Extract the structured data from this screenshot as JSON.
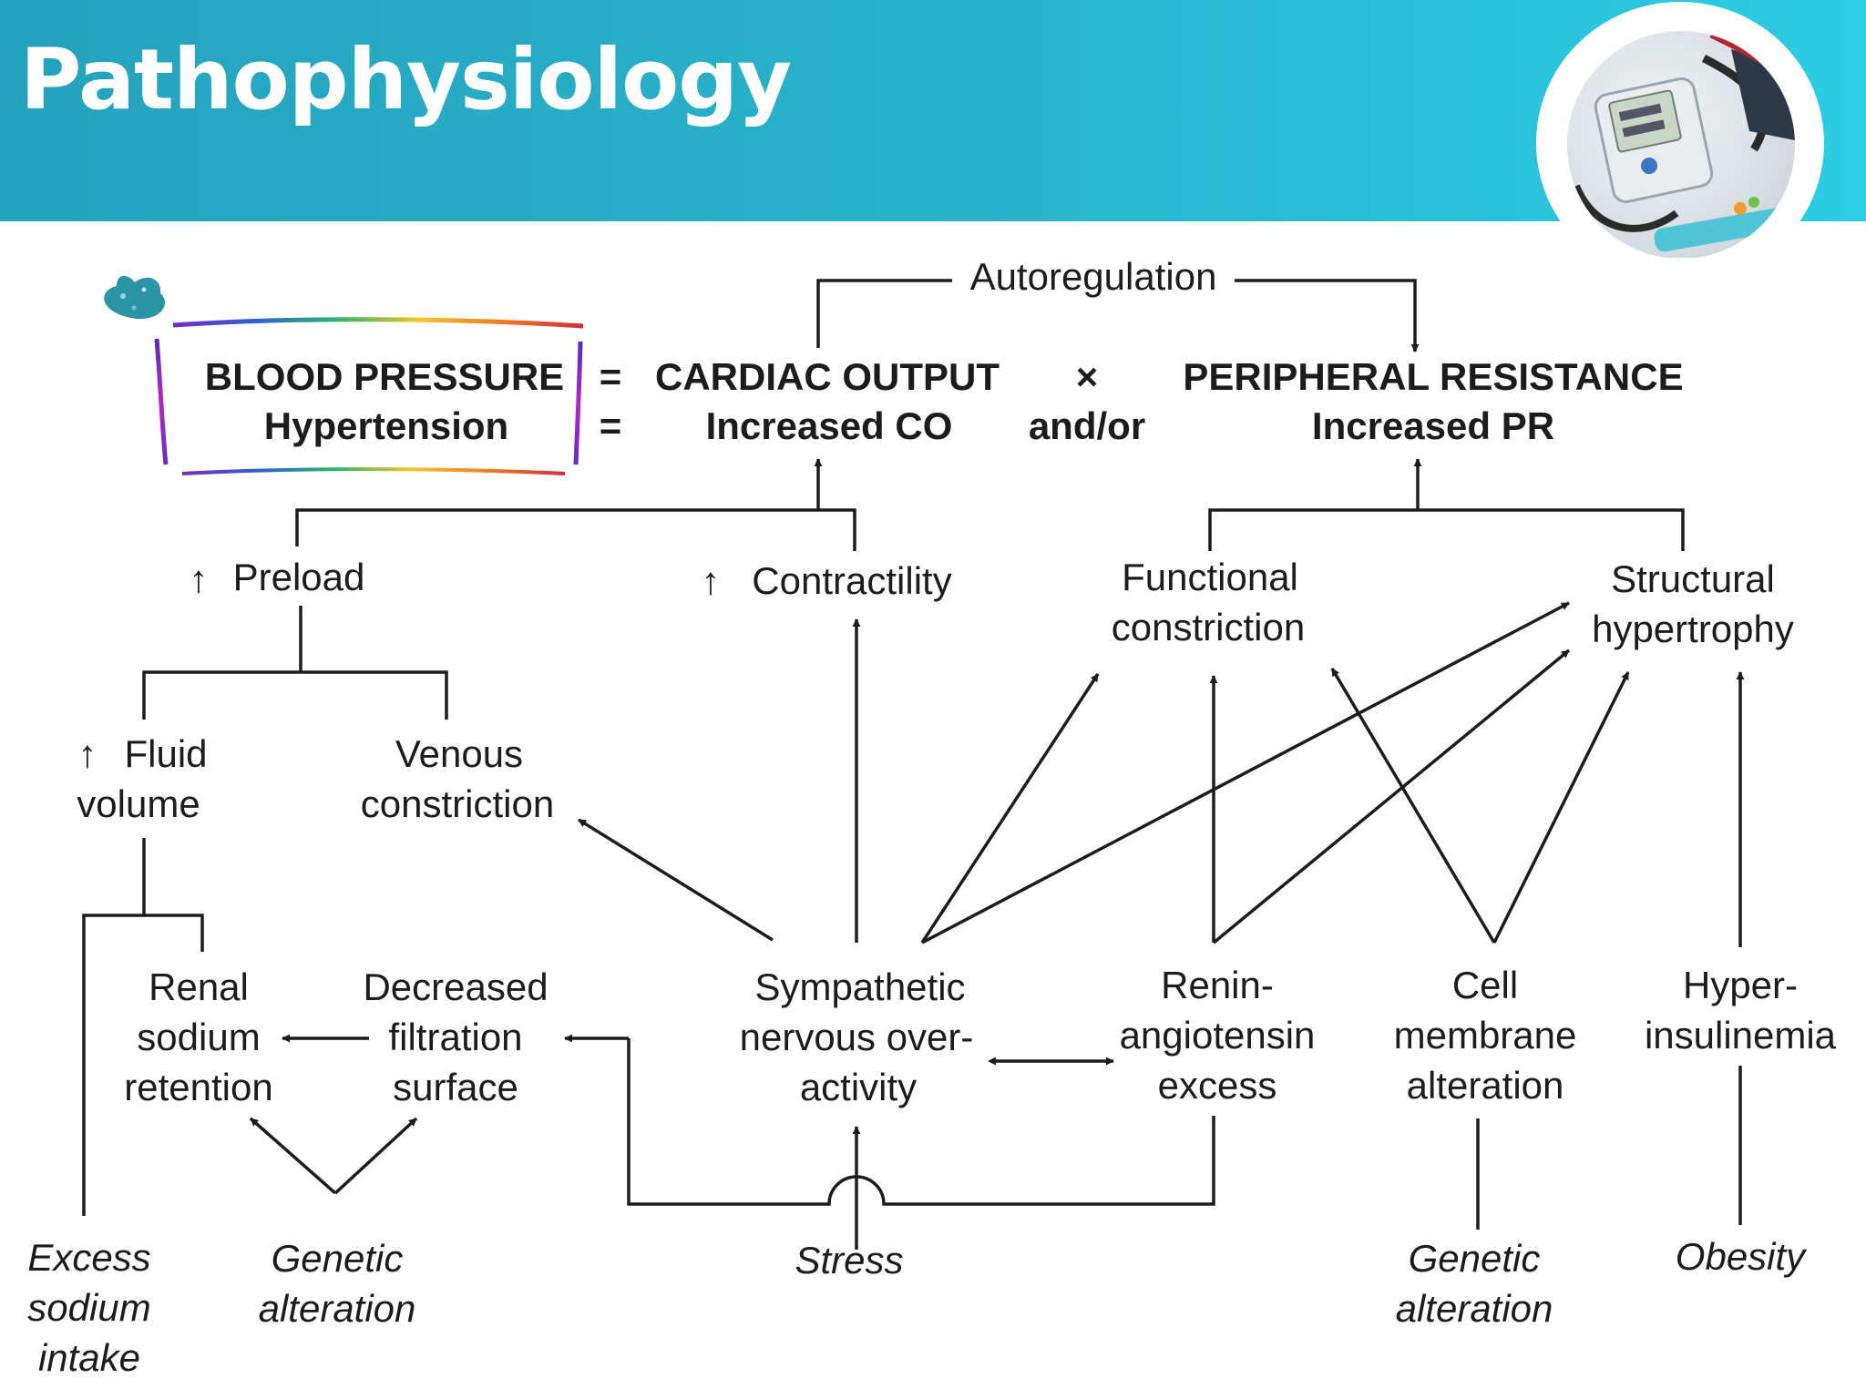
{
  "slide": {
    "title": "Pathophysiology"
  },
  "diagram": {
    "autoregulation": "Autoregulation",
    "equation": {
      "bp": "BLOOD PRESSURE",
      "eq1": "=",
      "co": "CARDIAC OUTPUT",
      "times": "×",
      "pr": "PERIPHERAL RESISTANCE",
      "htn": "Hypertension",
      "eq2": "=",
      "inc_co": "Increased CO",
      "andor": "and/or",
      "inc_pr": "Increased PR"
    },
    "preload": {
      "arrow": "↑",
      "label": "Preload"
    },
    "contractility": {
      "arrow": "↑",
      "label": "Contractility"
    },
    "functional": [
      "Functional",
      "constriction"
    ],
    "structural": [
      "Structural",
      "hypertrophy"
    ],
    "fluid": {
      "arrow": "↑",
      "l1": "Fluid",
      "l2": "volume"
    },
    "venous": [
      "Venous",
      "constriction"
    ],
    "renal": [
      "Renal",
      "sodium",
      "retention"
    ],
    "decreased": [
      "Decreased",
      "filtration",
      "surface"
    ],
    "sympathetic": [
      "Sympathetic",
      "nervous over-",
      "activity"
    ],
    "renin": [
      "Renin-",
      "angiotensin",
      "excess"
    ],
    "cell": [
      "Cell",
      "membrane",
      "alteration"
    ],
    "hyper": [
      "Hyper-",
      "insulinemia"
    ],
    "excess": [
      "Excess",
      "sodium",
      "intake"
    ],
    "genetic_left": [
      "Genetic",
      "alteration"
    ],
    "stress": "Stress",
    "genetic_right": [
      "Genetic",
      "alteration"
    ],
    "obesity": "Obesity"
  },
  "colors": {
    "banner_start": "#25a2bd",
    "banner_end": "#2bcde4",
    "title_text": "#ffffff",
    "ink": "#1c1c1c"
  },
  "icons": [
    "blood-pressure-monitor-photo",
    "rainbow-highlight-box",
    "glitter-heart-icon"
  ]
}
